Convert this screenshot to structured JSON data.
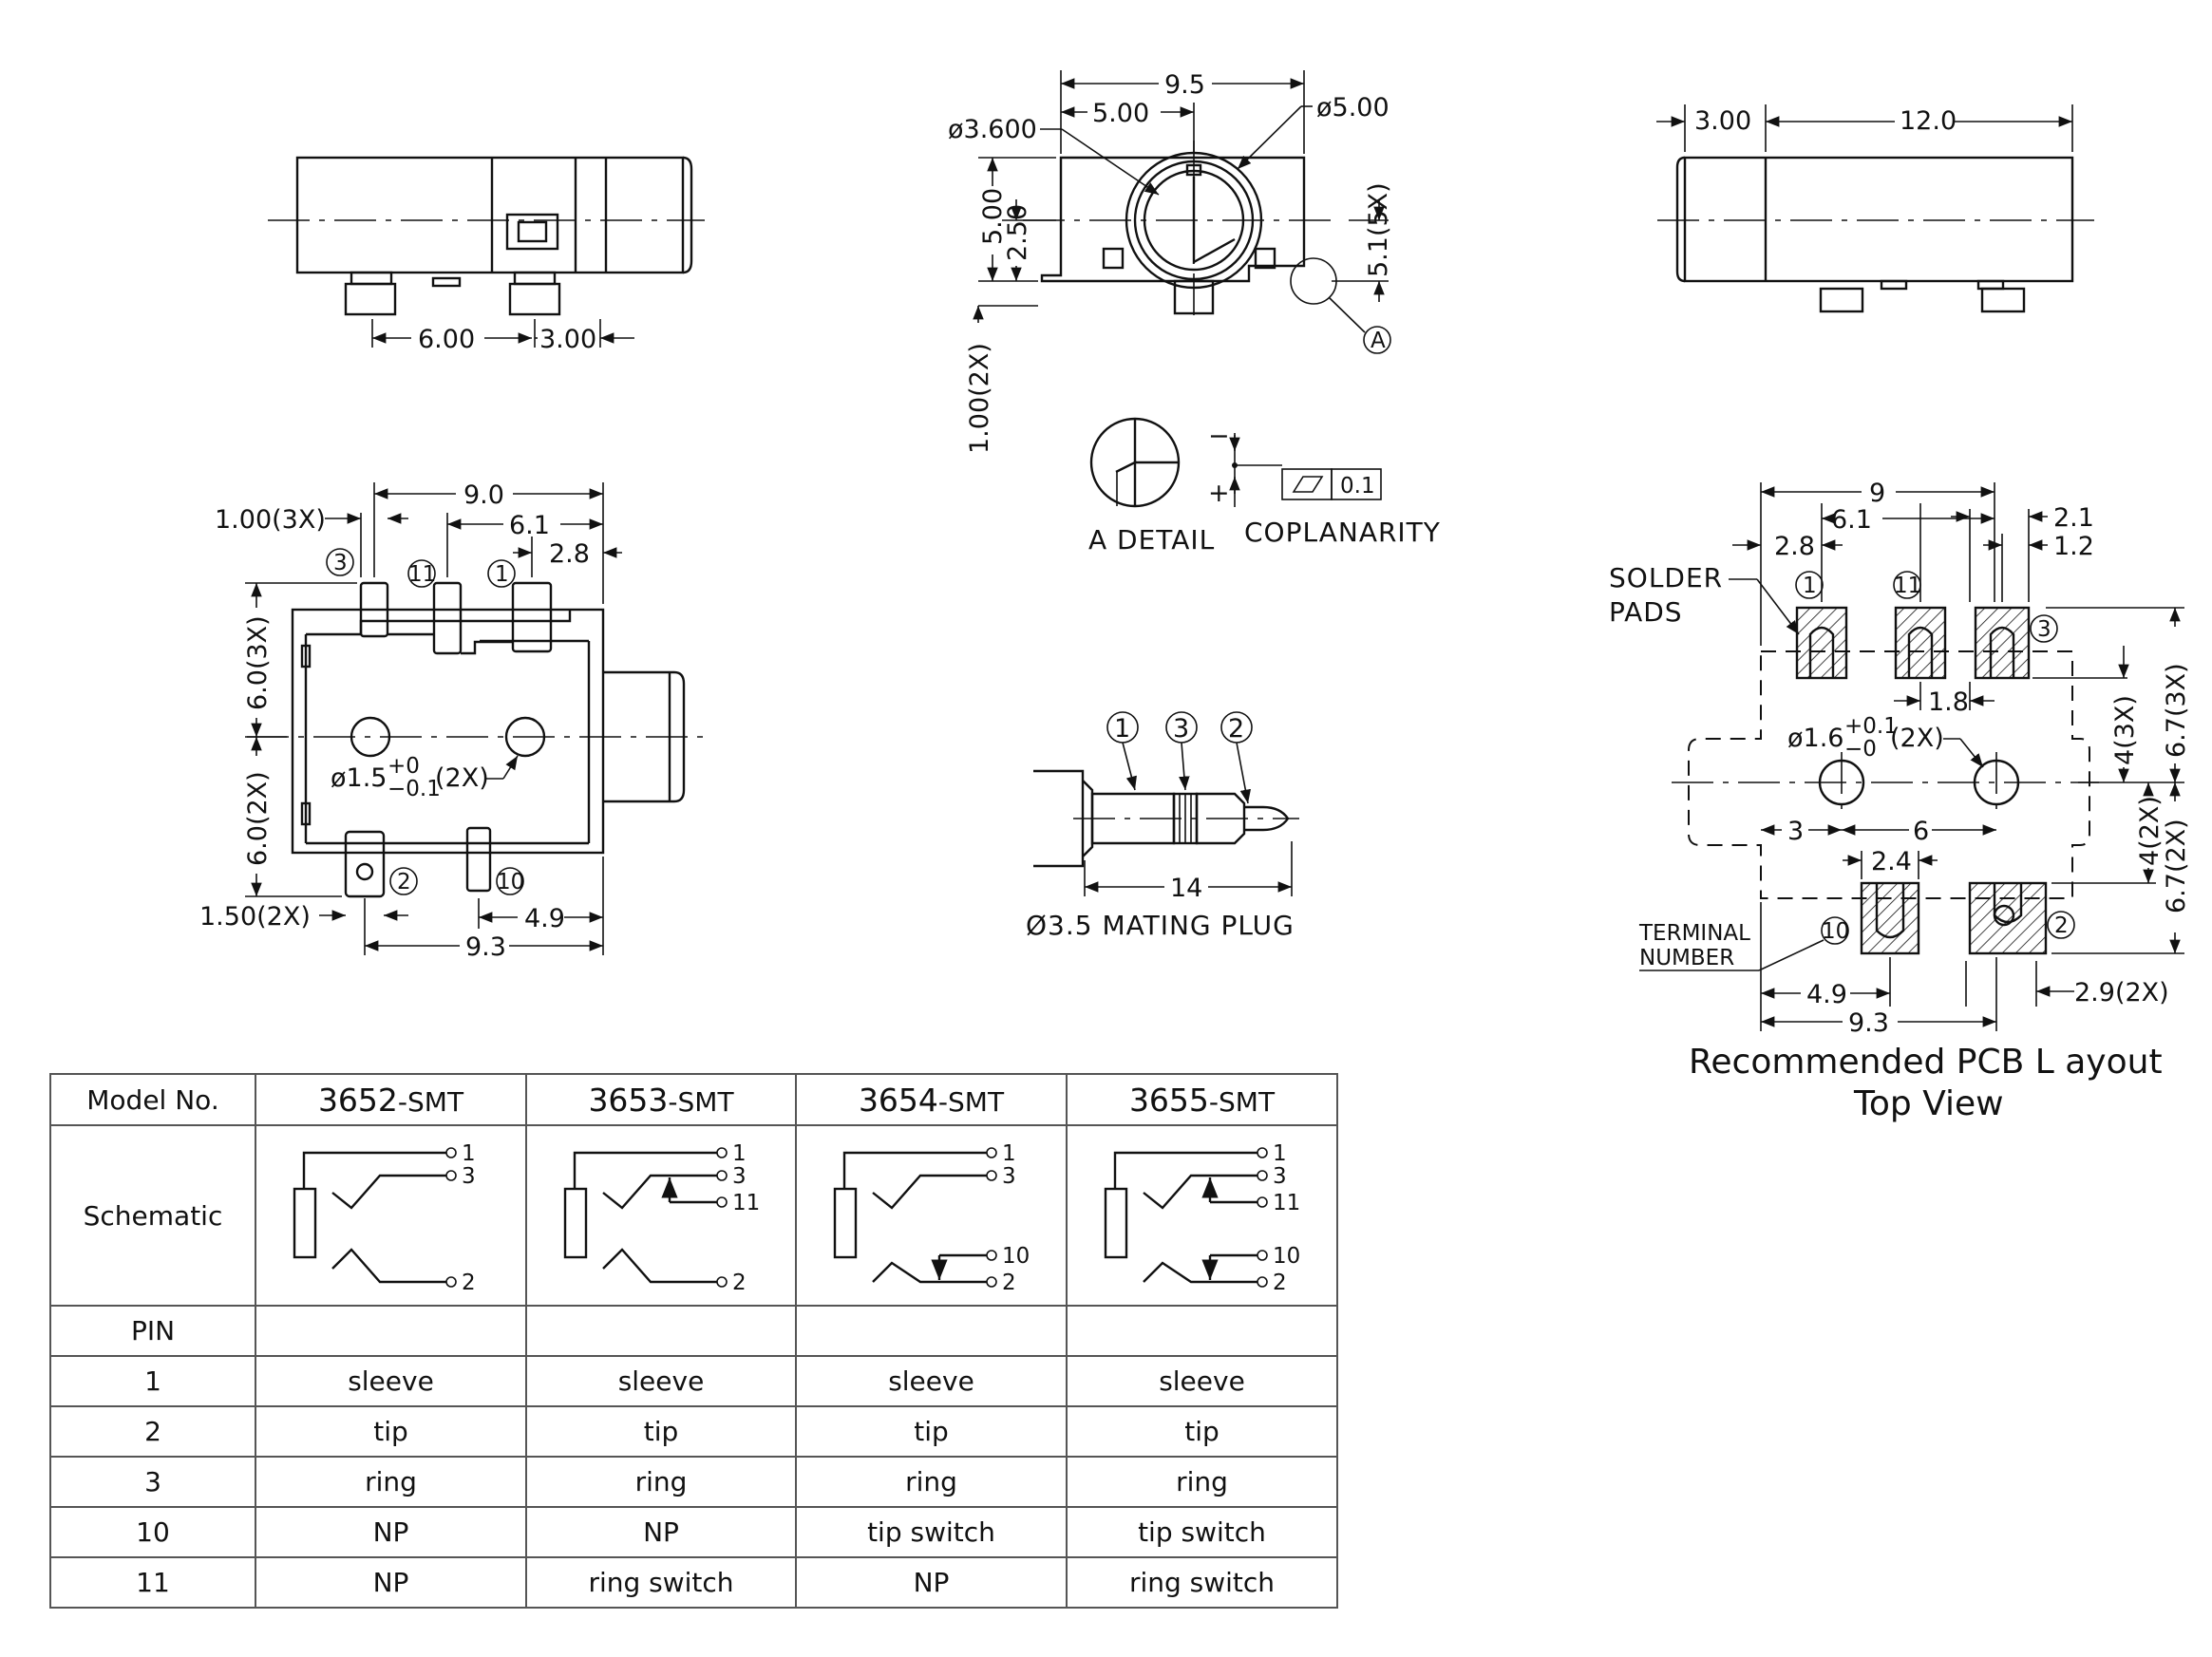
{
  "front_view": {
    "dims": [
      "6.00",
      "3.00"
    ]
  },
  "end_view": {
    "dims": [
      "9.5",
      "5.00",
      "ø3.600",
      "ø5.00",
      "5.00",
      "2.50",
      "5.1(5X)",
      "1.00(2X)"
    ],
    "detail_ref": "A"
  },
  "side_view": {
    "dims": [
      "3.00",
      "12.0"
    ]
  },
  "detail": {
    "label": "A DETAIL",
    "coplanarity_label": "COPLANARITY",
    "tolerance": "0.1",
    "minus": "−",
    "plus": "+"
  },
  "bottom_view": {
    "dims": [
      "9.0",
      "1.00(3X)",
      "6.1",
      "2.8",
      "6.0(3X)",
      "6.0(2X)",
      "1.50(2X)",
      "4.9",
      "9.3"
    ],
    "hole": {
      "prefix": "ø1.5",
      "tol_up": "+0",
      "tol_dn": "−0.1",
      "suffix": "(2X)"
    },
    "terminals": [
      "3",
      "11",
      "1",
      "2",
      "10"
    ]
  },
  "plug": {
    "terminals": [
      "1",
      "3",
      "2"
    ],
    "length": "14",
    "caption": "Ø3.5 MATING PLUG"
  },
  "pcb_layout": {
    "dims_top": [
      "9",
      "6.1",
      "2.1",
      "2.8",
      "1.2"
    ],
    "solder_label": [
      "SOLDER",
      "PADS"
    ],
    "terminals_top": [
      "1",
      "11",
      "3"
    ],
    "dims_mid": [
      "1.8",
      "3",
      "6",
      "2.4"
    ],
    "hole": {
      "prefix": "ø1.6",
      "tol_up": "+0.1",
      "tol_dn": "−0",
      "suffix": "(2X)"
    },
    "dims_right": [
      "4(3X)",
      "6.7(3X)",
      "4(2X)",
      "6.7(2X)"
    ],
    "terminal_label": [
      "TERMINAL",
      "NUMBER"
    ],
    "terminals_bottom": [
      "10",
      "2"
    ],
    "dims_bottom": [
      "4.9",
      "9.3",
      "2.9(2X)"
    ],
    "title": "Recommended PCB L ayout",
    "subtitle": "Top View"
  },
  "table": {
    "header_label": "Model No.",
    "models": [
      {
        "number": "3652",
        "suffix": "-SMT"
      },
      {
        "number": "3653",
        "suffix": "-SMT"
      },
      {
        "number": "3654",
        "suffix": "-SMT"
      },
      {
        "number": "3655",
        "suffix": "-SMT"
      }
    ],
    "schematic_label": "Schematic",
    "schematic_pins": [
      [
        "1",
        "3",
        "2"
      ],
      [
        "1",
        "3",
        "11",
        "2"
      ],
      [
        "1",
        "3",
        "10",
        "2"
      ],
      [
        "1",
        "3",
        "11",
        "10",
        "2"
      ]
    ],
    "pin_label": "PIN",
    "rows": [
      {
        "pin": "1",
        "values": [
          "sleeve",
          "sleeve",
          "sleeve",
          "sleeve"
        ]
      },
      {
        "pin": "2",
        "values": [
          "tip",
          "tip",
          "tip",
          "tip"
        ]
      },
      {
        "pin": "3",
        "values": [
          "ring",
          "ring",
          "ring",
          "ring"
        ]
      },
      {
        "pin": "10",
        "values": [
          "NP",
          "NP",
          "tip switch",
          "tip switch"
        ]
      },
      {
        "pin": "11",
        "values": [
          "NP",
          "ring switch",
          "NP",
          "ring switch"
        ]
      }
    ]
  }
}
